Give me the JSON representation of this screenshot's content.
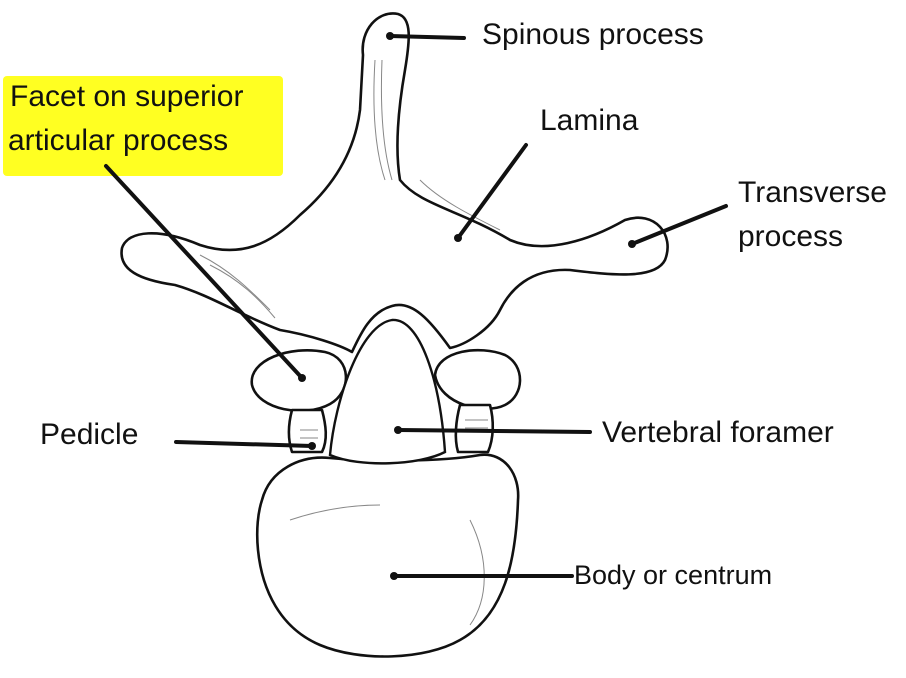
{
  "diagram": {
    "labels": {
      "spinous_process": "Spinous process",
      "lamina": "Lamina",
      "transverse_process_line1": "Transverse",
      "transverse_process_line2": "process",
      "facet_line1": "Facet on superior",
      "facet_line2": "articular process",
      "pedicle": "Pedicle",
      "vertebral_foramen": "Vertebral foramer",
      "body": "Body or centrum"
    },
    "highlight_color": "#ffff22",
    "ink_color": "#111111"
  }
}
